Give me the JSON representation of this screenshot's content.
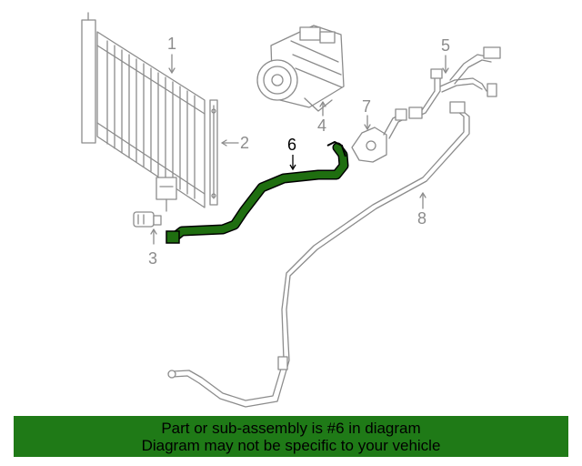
{
  "callouts": [
    {
      "id": "1",
      "label": "1"
    },
    {
      "id": "2",
      "label": "2"
    },
    {
      "id": "3",
      "label": "3"
    },
    {
      "id": "4",
      "label": "4"
    },
    {
      "id": "5",
      "label": "5"
    },
    {
      "id": "6",
      "label": "6"
    },
    {
      "id": "7",
      "label": "7"
    },
    {
      "id": "8",
      "label": "8"
    }
  ],
  "highlight_part": "6",
  "colors": {
    "line_art": "#8c8c8c",
    "highlight_hose": "#1f6e10",
    "banner_bg": "#1f7a17",
    "banner_text": "#000000"
  },
  "banner": {
    "line1": "Part or sub-assembly is #6 in diagram",
    "line2": "Diagram may not be specific to your vehicle"
  }
}
